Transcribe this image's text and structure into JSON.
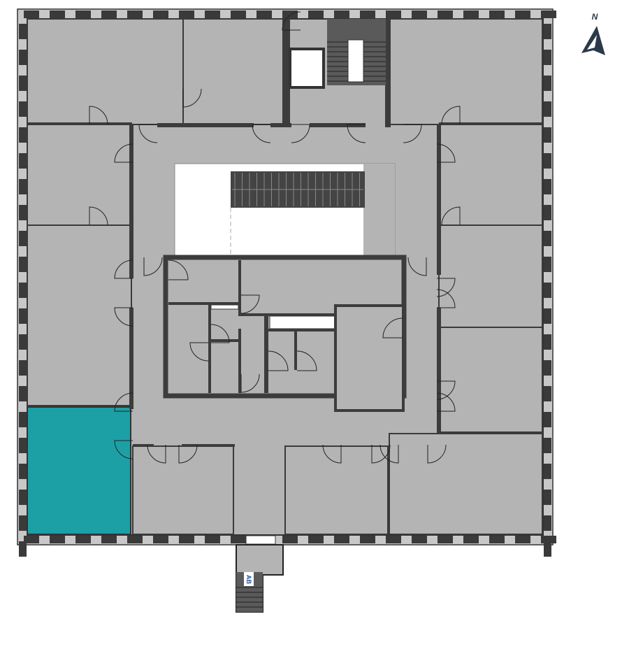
{
  "map": {
    "compass_label": "N",
    "stair_label": "AB",
    "colors": {
      "room": "#b4b4b4",
      "wall": "#3c3c3c",
      "highlight": "#1ca0a6",
      "compass": "#2b3a4a",
      "stair": "#5a5a5a"
    },
    "highlighted_room": "southwest-corner-room"
  }
}
